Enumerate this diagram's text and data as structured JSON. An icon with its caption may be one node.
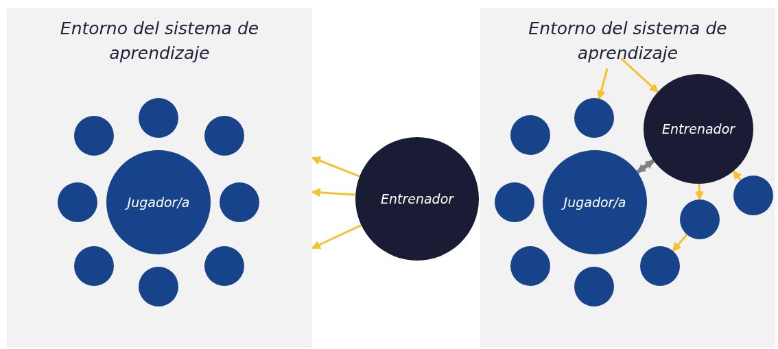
{
  "diagram": {
    "nodes": [
      {
        "text": [
          "Entorno del sistema de aprendizaje"
        ]
      },
      {
        "text": [
          "Jugador/a"
        ],
        "in": 0
      },
      {
        "text": [],
        "shape": "circle",
        "in": 0
      },
      {
        "text": [],
        "shape": "circle",
        "in": 0
      },
      {
        "text": [],
        "shape": "circle",
        "in": 0
      },
      {
        "text": [],
        "shape": "circle",
        "in": 0
      },
      {
        "text": [],
        "shape": "circle",
        "in": 0
      },
      {
        "text": [],
        "shape": "circle",
        "in": 0
      },
      {
        "text": [],
        "shape": "circle",
        "in": 0
      },
      {
        "text": [],
        "shape": "circle",
        "in": 0
      },
      {
        "text": [
          "Entrenador"
        ]
      },
      {
        "text": [
          "Entorno del sistema de aprendizaje"
        ]
      },
      {
        "text": [],
        "shape": "circle",
        "in": 11
      },
      {
        "text": [
          "Entrenador"
        ],
        "in": 11
      },
      {
        "text": [],
        "shape": "circle",
        "in": 11
      },
      {
        "text": [
          "Jugador/a"
        ],
        "in": 11
      },
      {
        "text": [],
        "shape": "circle",
        "in": 11
      },
      {
        "text": [],
        "shape": "circle",
        "in": 11
      },
      {
        "text": [],
        "shape": "circle",
        "in": 11
      },
      {
        "text": [],
        "shape": "circle",
        "in": 11
      },
      {
        "text": [],
        "shape": "circle",
        "in": 11
      },
      {
        "text": [],
        "shape": "circle",
        "in": 11
      }
    ],
    "edges": [
      {
        "from": 10,
        "to": 0,
        "arrow": "to"
      },
      {
        "from": 10,
        "to": 0,
        "arrow": "to"
      },
      {
        "from": 10,
        "to": 0,
        "arrow": "to"
      },
      {
        "from": null,
        "to": 12,
        "arrow": "to"
      },
      {
        "from": null,
        "to": 13,
        "arrow": "to"
      },
      {
        "from": 15,
        "to": 13,
        "arrow": "both",
        "style": "thick",
        "color": "#808080"
      },
      {
        "from": 13,
        "to": 18,
        "arrow": "to"
      },
      {
        "from": 18,
        "to": 20,
        "arrow": "to"
      },
      {
        "from": 17,
        "to": 13,
        "arrow": "to"
      }
    ]
  }
}
